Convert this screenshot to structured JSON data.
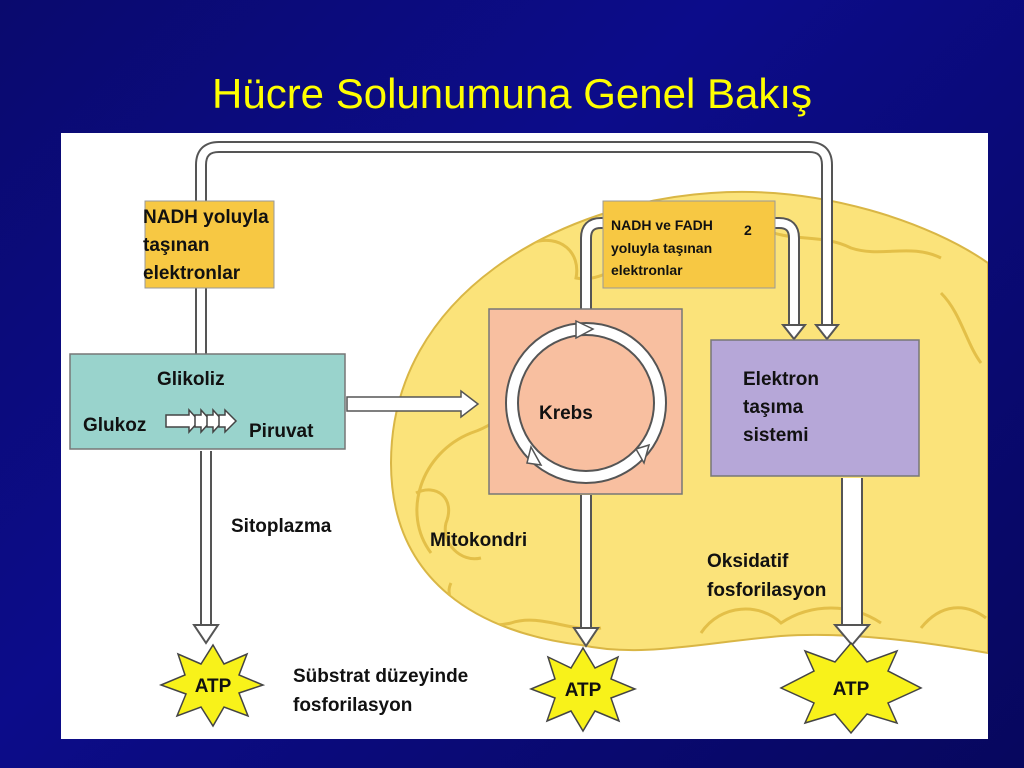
{
  "slide": {
    "title": "Hücre Solunumuna Genel Bakış"
  },
  "nadh_box": {
    "line1": "NADH yoluyla",
    "line2": "taşınan",
    "line3": "elektronlar"
  },
  "nadh_fadh_box": {
    "line1": "NADH ve FADH",
    "subscript": "2",
    "line2": "yoluyla taşınan",
    "line3": "elektronlar"
  },
  "glycolysis": {
    "title": "Glikoliz",
    "input": "Glukoz",
    "output": "Piruvat"
  },
  "krebs": {
    "label": "Krebs"
  },
  "electron_transport": {
    "line1": "Elektron",
    "line2": "taşıma",
    "line3": "sistemi"
  },
  "regions": {
    "cytoplasm": "Sitoplazma",
    "mitochondrion": "Mitokondri"
  },
  "processes": {
    "substrate_line1": "Sübstrat düzeyinde",
    "substrate_line2": "fosforilasyon",
    "oxidative_line1": "Oksidatif",
    "oxidative_line2": "fosforilasyon"
  },
  "atp": {
    "label1": "ATP",
    "label2": "ATP",
    "label3": "ATP"
  },
  "colors": {
    "background": "#0a0a6e",
    "title": "#ffff00",
    "mitochondrion": "#fbe37a",
    "cristae": "#f5d357",
    "glycolysis_box": "#99d3cc",
    "krebs_box": "#f8bfa0",
    "etc_box": "#b6a7d8",
    "electron_box": "#f7c843",
    "atp_star": "#f8f21a"
  }
}
